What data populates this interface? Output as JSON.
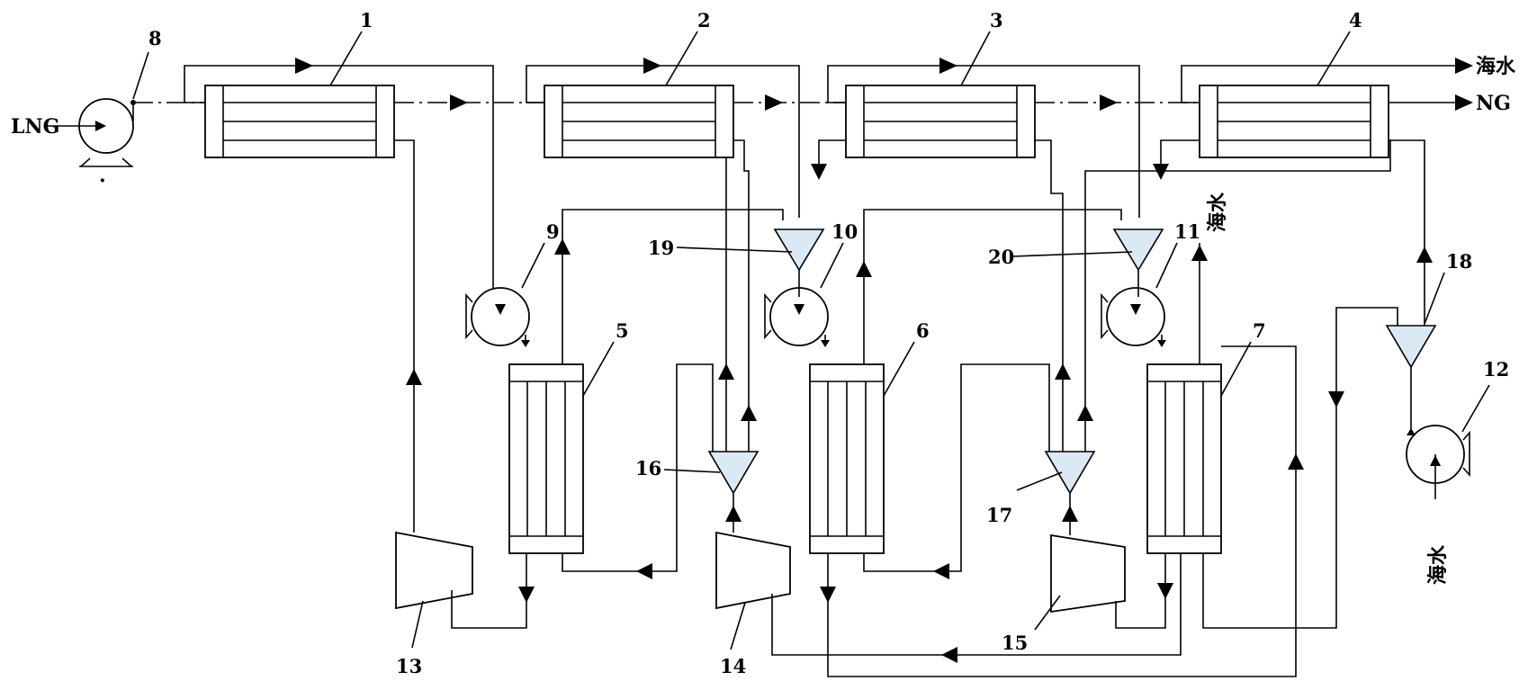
{
  "figure": {
    "labels": {
      "hx1": "1",
      "hx2": "2",
      "hx3": "3",
      "hx4": "4",
      "evap5": "5",
      "evap6": "6",
      "evap7": "7",
      "pump_lng": "8",
      "pump9": "9",
      "pump10": "10",
      "pump11": "11",
      "pump12": "12",
      "turb13": "13",
      "turb14": "14",
      "turb15": "15",
      "sep16": "16",
      "sep17": "17",
      "sep18": "18",
      "sep19": "19",
      "sep20": "20"
    },
    "streams": {
      "lng_in": "LNG",
      "ng_out": "NG",
      "seawater_out": "海水",
      "seawater_mid": "海水",
      "seawater_in": "海水",
      "dot": "·"
    }
  }
}
